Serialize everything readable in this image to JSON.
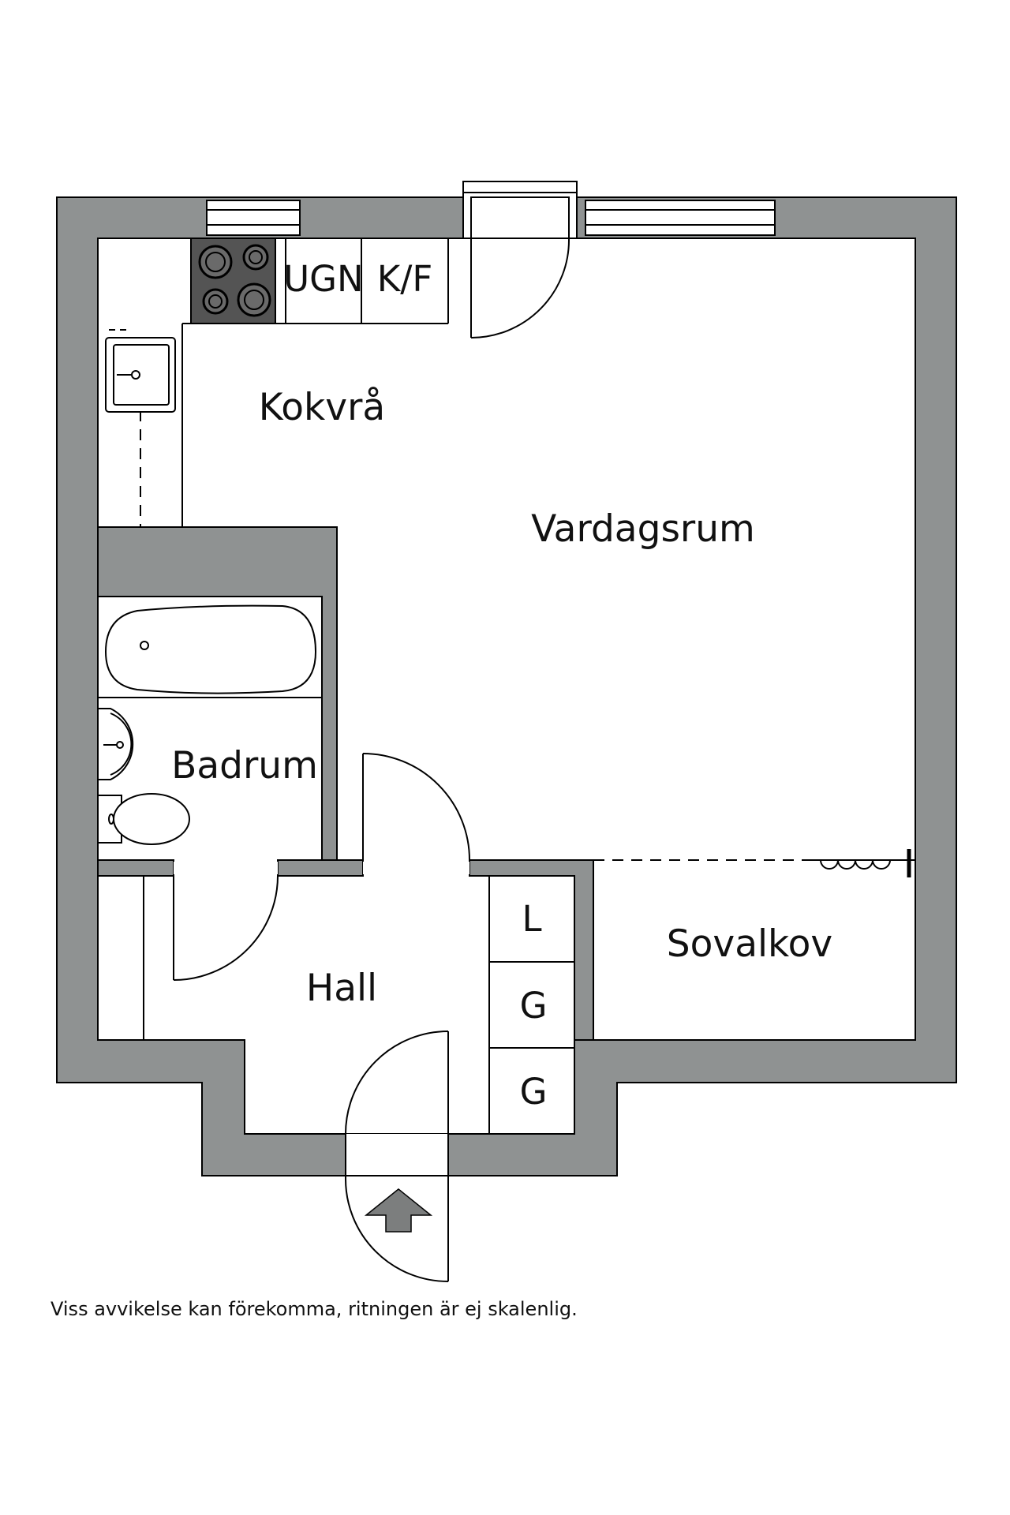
{
  "colors": {
    "wall": "#8f9292",
    "line": "#000000",
    "floor": "#ffffff",
    "stove": "#545454",
    "arrow": "#7c7e7e"
  },
  "rooms": {
    "kokvra": "Kokvrå",
    "vardagsrum": "Vardagsrum",
    "badrum": "Badrum",
    "hall": "Hall",
    "sovalkov": "Sovalkov"
  },
  "fixtures": {
    "ugn": "UGN",
    "kf": "K/F",
    "l": "L",
    "g1": "G",
    "g2": "G"
  },
  "disclaimer": "Viss avvikelse kan förekomma, ritningen är ej skalenlig.",
  "icons": {
    "entrance": "arrow-up-icon",
    "stove": "stove-icon",
    "sink": "sink-icon",
    "bathtub": "bathtub-icon",
    "washbasin": "washbasin-icon",
    "toilet": "toilet-icon",
    "curtain": "curtain-rod-icon"
  }
}
